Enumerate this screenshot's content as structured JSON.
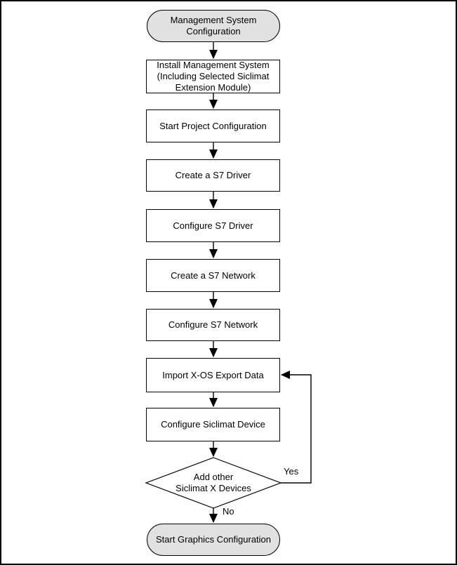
{
  "diagram": {
    "type": "flowchart",
    "nodes": {
      "start": {
        "type": "terminator",
        "label": "Management System\nConfiguration"
      },
      "install": {
        "type": "process",
        "label": "Install Management System\n(Including Selected Siclimat\nExtension Module)"
      },
      "start_project": {
        "type": "process",
        "label": "Start Project Configuration"
      },
      "create_s7_driver": {
        "type": "process",
        "label": "Create a S7 Driver"
      },
      "configure_s7_driver": {
        "type": "process",
        "label": "Configure S7 Driver"
      },
      "create_s7_network": {
        "type": "process",
        "label": "Create a S7 Network"
      },
      "configure_s7_network": {
        "type": "process",
        "label": "Configure S7 Network"
      },
      "import_xos": {
        "type": "process",
        "label": "Import X-OS Export Data"
      },
      "configure_siclimat_device": {
        "type": "process",
        "label": "Configure Siclimat Device"
      },
      "decision": {
        "type": "decision",
        "label": "Add other\nSiclimat X Devices"
      },
      "end": {
        "type": "terminator",
        "label": "Start Graphics Configuration"
      }
    },
    "edge_labels": {
      "yes": "Yes",
      "no": "No"
    },
    "colors": {
      "terminator_fill": "#e1e1e1",
      "process_fill": "#ffffff",
      "line": "#000000",
      "background": "#ffffff"
    }
  }
}
